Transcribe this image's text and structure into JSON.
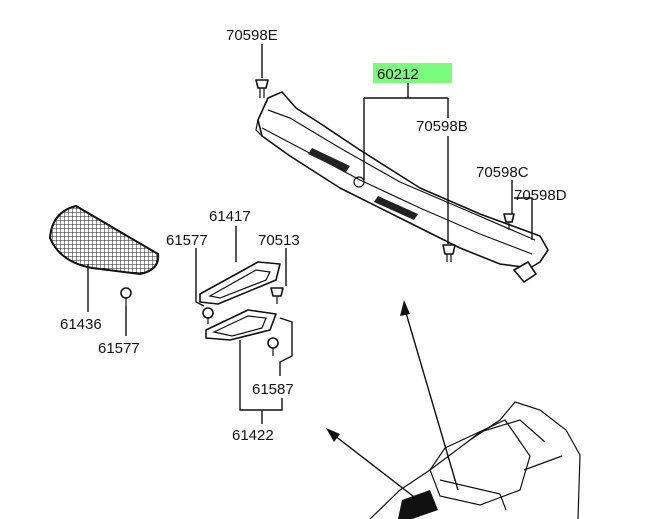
{
  "diagram": {
    "highlight_color": "#7CFC7C",
    "labels": {
      "p70598e": "70598E",
      "p60212": "60212",
      "p70598b": "70598B",
      "p70598c": "70598C",
      "p70598d": "70598D",
      "p61417": "61417",
      "p61577a": "61577",
      "p70513": "70513",
      "p61436": "61436",
      "p61577b": "61577",
      "p61587": "61587",
      "p61422": "61422"
    }
  }
}
